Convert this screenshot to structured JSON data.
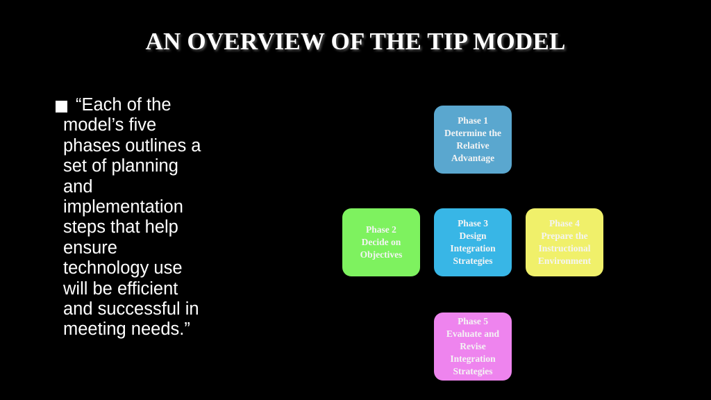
{
  "slide": {
    "title": "AN OVERVIEW OF THE TIP MODEL",
    "bullet": "“Each of the model’s five phases outlines a set of planning and implementation steps that help ensure technology use will be efficient and successful in meeting needs.”"
  },
  "diagram": {
    "phases": [
      {
        "label": "Phase 1\nDetermine the\nRelative\nAdvantage",
        "color": "#5aa7cf"
      },
      {
        "label": "Phase 2\nDecide on\nObjectives",
        "color": "#7ef25f"
      },
      {
        "label": "Phase 3\nDesign\nIntegration\nStrategies",
        "color": "#38b6e6"
      },
      {
        "label": "Phase 4\nPrepare the\nInstructional\nEnvironment",
        "color": "#f0f06a"
      },
      {
        "label": "Phase 5\nEvaluate and\nRevise\nIntegration\nStrategies",
        "color": "#ee84ee"
      }
    ]
  }
}
